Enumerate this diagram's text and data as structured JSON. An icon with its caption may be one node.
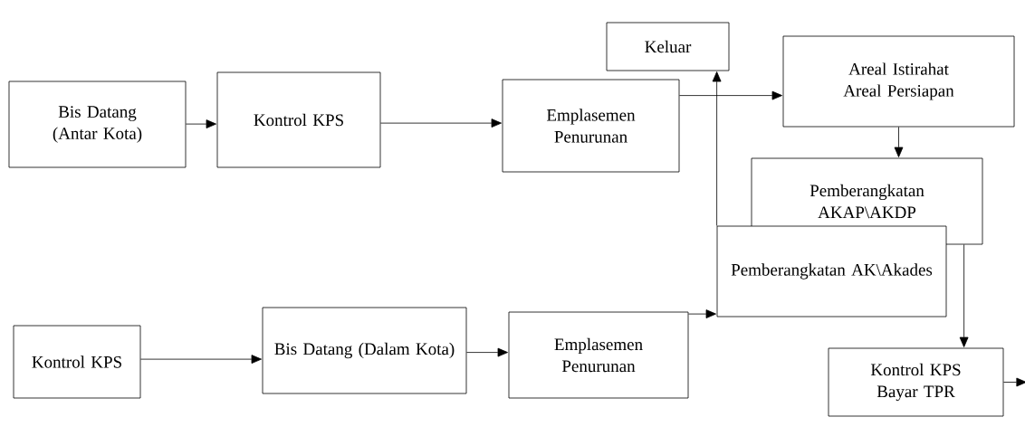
{
  "diagram": {
    "nodes": [
      {
        "text": [
          "Bis Datang (Antar Kota)"
        ]
      },
      {
        "text": [
          "Kontrol KPS"
        ]
      },
      {
        "text": [
          "Emplasemen Penurunan"
        ]
      },
      {
        "text": [
          "Keluar"
        ]
      },
      {
        "text": [
          "Areal Istirahat Areal Persiapan"
        ]
      },
      {
        "text": [
          "Pemberangkatan AKAP\\AKDP"
        ]
      },
      {
        "text": [
          "Pemberangkatan AK\\Akades"
        ]
      },
      {
        "text": [
          "Kontrol KPS"
        ]
      },
      {
        "text": [
          "Bis Datang (Dalam Kota)"
        ]
      },
      {
        "text": [
          "Emplasemen Penurunan"
        ]
      },
      {
        "text": [
          "Kontrol KPS Bayar TPR"
        ]
      }
    ],
    "edges": [
      {
        "from": 0,
        "to": 1,
        "arrow": "to"
      },
      {
        "from": 1,
        "to": 2,
        "arrow": "to"
      },
      {
        "from": 2,
        "to": 4,
        "arrow": "to"
      },
      {
        "from": 4,
        "to": 5,
        "arrow": "to"
      },
      {
        "from": 7,
        "to": 8,
        "arrow": "to"
      },
      {
        "from": 8,
        "to": 9,
        "arrow": "to"
      },
      {
        "from": 9,
        "to": 6,
        "arrow": "to"
      },
      {
        "from": 6,
        "to": 3,
        "arrow": "to"
      },
      {
        "from": 5,
        "to": 10,
        "arrow": "to"
      },
      {
        "from": 10,
        "to": null,
        "arrow": "to"
      }
    ]
  }
}
